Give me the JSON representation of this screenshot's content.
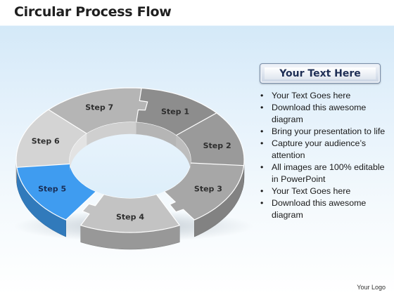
{
  "title": "Circular Process Flow",
  "ring": {
    "steps": [
      {
        "label": "Step 1",
        "color": "#8d8d8d",
        "highlighted": false
      },
      {
        "label": "Step 2",
        "color": "#9a9a9a",
        "highlighted": false
      },
      {
        "label": "Step 3",
        "color": "#a7a7a7",
        "highlighted": false
      },
      {
        "label": "Step 4",
        "color": "#c3c3c3",
        "highlighted": false
      },
      {
        "label": "Step 5",
        "color": "#3f9cf0",
        "highlighted": true
      },
      {
        "label": "Step 6",
        "color": "#d4d4d4",
        "highlighted": false
      },
      {
        "label": "Step 7",
        "color": "#b5b5b5",
        "highlighted": false
      }
    ],
    "accent": "#3f9cf0"
  },
  "panel": {
    "heading": "Your Text Here",
    "bullets": [
      "Your Text Goes here",
      "Download this awesome diagram",
      "Bring your presentation to life",
      "Capture your audience’s attention",
      "All images are 100% editable in PowerPoint",
      "Your Text Goes here",
      "Download this awesome diagram"
    ]
  },
  "footer": "Your Logo"
}
